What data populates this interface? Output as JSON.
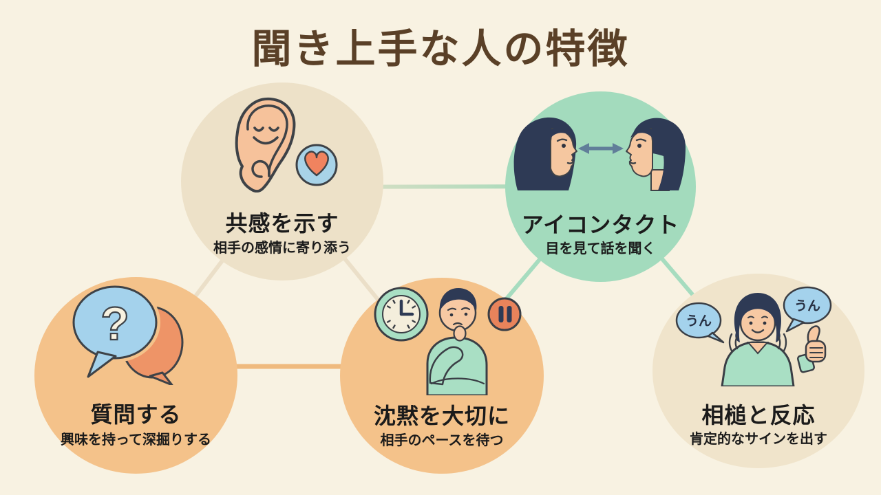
{
  "title": "聞き上手な人の特徴",
  "palette": {
    "background": "#F8F2E2",
    "title_text": "#5A4027",
    "node_text": "#1B1B1B",
    "beige_circle": "#EDE1C8",
    "mint_circle": "#A3DBBD",
    "orange_circle": "#F4C28A",
    "beige_circle_light": "#F0E4CB",
    "skin": "#F6C29B",
    "hair_navy": "#2E3A55",
    "bubble_blue": "#A4D2EC",
    "bubble_orange": "#EE9467",
    "heart_orange": "#F0835F",
    "pause_orange": "#E8835B",
    "shirt_mint": "#A9DFC4",
    "outline_dark": "#3A3E45",
    "arrow_steel_blue": "#617E99"
  },
  "nodes": [
    {
      "id": "empathy",
      "label": "共感を示す",
      "sublabel": "相手の感情に寄り添う",
      "circle_color": "#EDE1C8",
      "icon": "ear-with-heart"
    },
    {
      "id": "eye-contact",
      "label": "アイコンタクト",
      "sublabel": "目を見て話を聞く",
      "circle_color": "#A3DBBD",
      "icon": "two-faces-eye-contact"
    },
    {
      "id": "question",
      "label": "質問する",
      "sublabel": "興味を持って深掘りする",
      "circle_color": "#F4C28A",
      "icon": "question-speech-bubbles"
    },
    {
      "id": "silence",
      "label": "沈黙を大切に",
      "sublabel": "相手のペースを待つ",
      "circle_color": "#F4C28A",
      "icon": "thinking-person-clock-pause"
    },
    {
      "id": "backchannel",
      "label": "相槌と反応",
      "sublabel": "肯定的なサインを出す",
      "circle_color": "#F0E4CB",
      "icon": "nodding-person-thumbs-up"
    }
  ],
  "edges": [
    [
      "empathy",
      "eye-contact"
    ],
    [
      "empathy",
      "question"
    ],
    [
      "empathy",
      "silence"
    ],
    [
      "eye-contact",
      "silence"
    ],
    [
      "eye-contact",
      "backchannel"
    ],
    [
      "question",
      "silence"
    ],
    [
      "silence",
      "backchannel"
    ]
  ],
  "icon_text": {
    "question_mark": "?",
    "aizuchi": "うん"
  }
}
